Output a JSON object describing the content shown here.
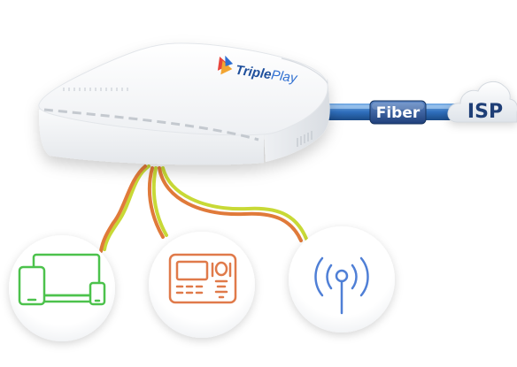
{
  "router": {
    "brand_part1": "Triple",
    "brand_part2": "Play"
  },
  "fiber": {
    "label": "Fiber"
  },
  "isp": {
    "label": "ISP"
  },
  "colors": {
    "brand_blue": "#1e4f9c",
    "play_blue": "#2f6fd1",
    "fiber_blue": "#1f3f7a",
    "cable_orange": "#e07a3a",
    "cable_yellow": "#c8d936",
    "devices_green": "#4cc24c",
    "terminal_orange": "#e07a4a",
    "antenna_blue": "#4f7fd6"
  },
  "icons": {
    "devices": "devices-icon",
    "terminal": "time-clock-terminal-icon",
    "antenna": "wireless-antenna-icon",
    "cloud": "cloud-icon"
  }
}
